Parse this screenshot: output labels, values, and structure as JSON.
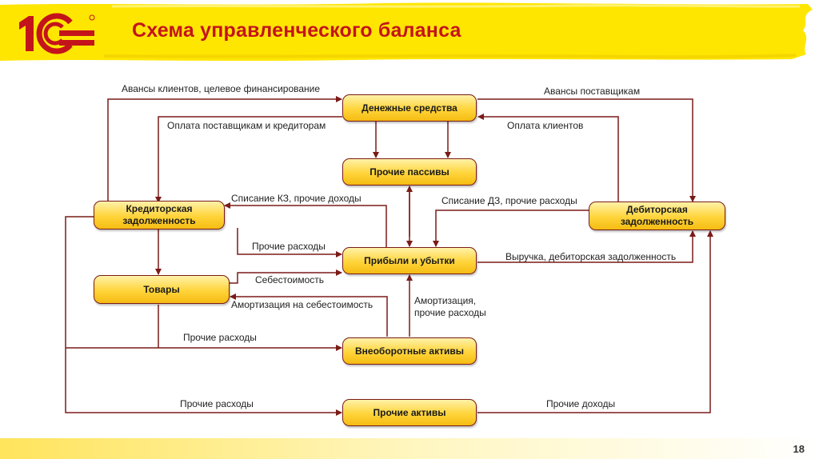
{
  "header": {
    "title": "Схема управленческого баланса"
  },
  "nodes": {
    "cash": "Денежные средства",
    "other_liabilities": "Прочие пассивы",
    "payables": "Кредиторская задолженность",
    "receivables": "Дебиторская задолженность",
    "profit_loss": "Прибыли и убытки",
    "goods": "Товары",
    "fixed_assets": "Внеоборотные активы",
    "other_assets": "Прочие активы"
  },
  "labels": {
    "advances_from_clients": "Авансы клиентов, целевое финансирование",
    "advances_to_suppliers": "Авансы поставщикам",
    "payment_to_suppliers": "Оплата поставщикам и кредиторам",
    "payment_from_clients": "Оплата клиентов",
    "writeoff_kz": "Списание КЗ, прочие доходы",
    "writeoff_dz": "Списание ДЗ, прочие расходы",
    "other_expenses_1": "Прочие расходы",
    "revenue": "Выручка, дебиторская задолженность",
    "cost": "Себестоимость",
    "amort_cost": "Амортизация на себестоимость",
    "amort_other_1": "Амортизация,",
    "amort_other_2": "прочие расходы",
    "other_expenses_2": "Прочие расходы",
    "other_expenses_3": "Прочие расходы",
    "other_income": "Прочие доходы"
  },
  "footer": {
    "page_number": "18"
  },
  "colors": {
    "title": "#c4141b",
    "banner": "#ffe600",
    "line": "#7a1b18",
    "node_fill": "#ffd43a"
  }
}
